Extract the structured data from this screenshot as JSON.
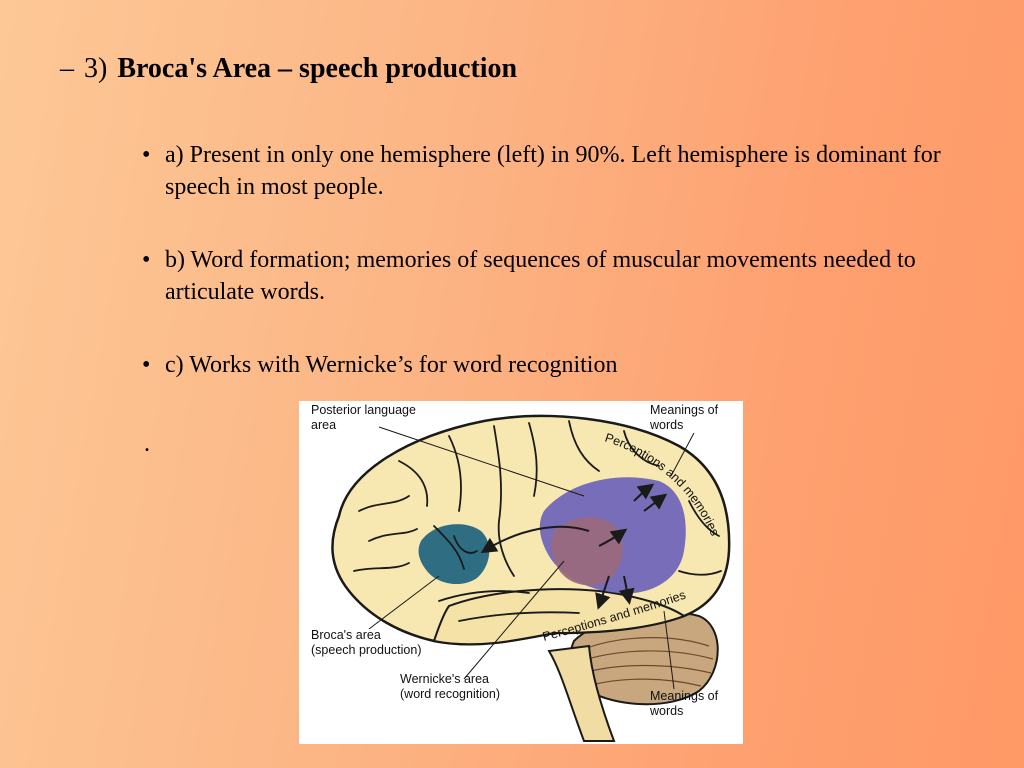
{
  "slide": {
    "heading": {
      "dash": "–",
      "number": "3)",
      "title": "Broca's Area – speech production"
    },
    "bullets": [
      {
        "marker": "•",
        "text": "a)  Present in only one hemisphere (left) in 90%.  Left hemisphere is dominant for speech in most people."
      },
      {
        "marker": "•",
        "text": "b)  Word formation; memories of sequences of muscular movements needed to articulate words."
      },
      {
        "marker": "•",
        "text": "c)  Works with Wernicke’s for word recognition"
      }
    ],
    "stray_mark": "."
  },
  "figure": {
    "labels": {
      "posterior_language_area": [
        "Posterior language",
        "area"
      ],
      "meanings_of_words_top": [
        "Meanings of",
        "words"
      ],
      "perceptions_and_memories_top": "Perceptions and memories",
      "perceptions_and_memories_bottom": "Perceptions and memories",
      "brocas_area": [
        "Broca's area",
        "(speech production)"
      ],
      "wernickes_area": [
        "Wernicke's area",
        "(word recognition)"
      ],
      "meanings_of_words_bottom": [
        "Meanings of",
        "words"
      ]
    },
    "colors": {
      "brain_fill": "#f7e7b0",
      "outline": "#1a1a1a",
      "broca_region": "#2f6e82",
      "posterior_region": "#6c63b8",
      "wernicke_region": "#9a6a7e",
      "cerebellum": "#c9a77e"
    }
  }
}
